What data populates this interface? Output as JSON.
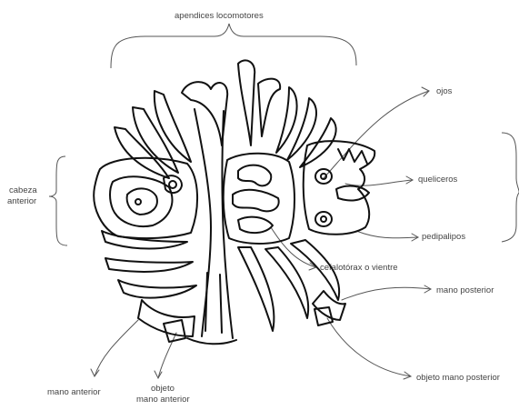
{
  "labels": {
    "apendices": "apendices locomotores",
    "cabeza_line1": "cabeza",
    "cabeza_line2": "anterior",
    "ojos": "ojos",
    "queliceros": "queliceros",
    "pedipalipos": "pedipalipos",
    "cefalotorax": "cefalotórax o vientre",
    "mano_posterior": "mano posterior",
    "objeto_mano_posterior": "objeto mano posterior",
    "mano_anterior": "mano anterior",
    "objeto_line1": "objeto",
    "objeto_line2": "mano anterior"
  },
  "colors": {
    "ink": "#111111",
    "annotation": "#444444",
    "background": "#ffffff"
  }
}
